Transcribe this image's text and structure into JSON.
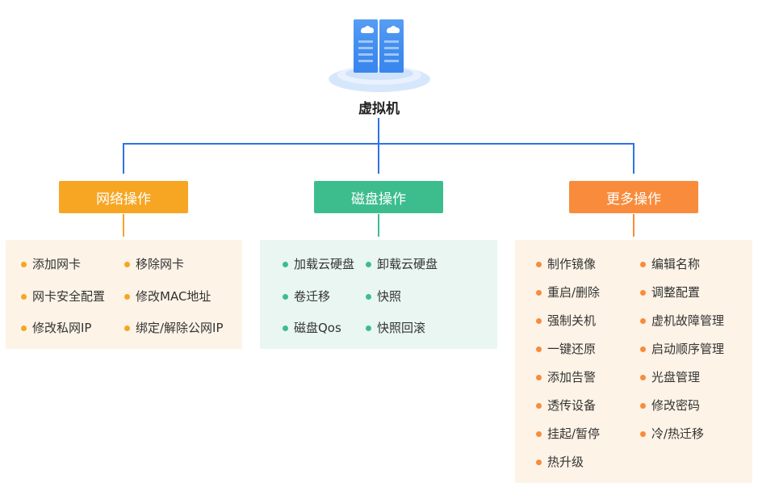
{
  "root": {
    "label": "虚拟机",
    "icon": "server-icon"
  },
  "colors": {
    "connector": "#2d73e6",
    "network": "#f6a623",
    "disk": "#3dbd8e",
    "more": "#f88c3c",
    "warm_panel": "#fdf3e7",
    "disk_panel": "#e9f6f2"
  },
  "categories": [
    {
      "label": "网络操作",
      "items": [
        "添加网卡",
        "移除网卡",
        "网卡安全配置",
        "修改MAC地址",
        "修改私网IP",
        "绑定/解除公网IP"
      ]
    },
    {
      "label": "磁盘操作",
      "items": [
        "加载云硬盘",
        "卸载云硬盘",
        "卷迁移",
        "快照",
        "磁盘Qos",
        "快照回滚"
      ]
    },
    {
      "label": "更多操作",
      "items": [
        "制作镜像",
        "编辑名称",
        "重启/删除",
        "调整配置",
        "强制关机",
        "虚机故障管理",
        "一键还原",
        "启动顺序管理",
        "添加告警",
        "光盘管理",
        "透传设备",
        "修改密码",
        "挂起/暂停",
        "冷/热迁移",
        "热升级"
      ]
    }
  ]
}
